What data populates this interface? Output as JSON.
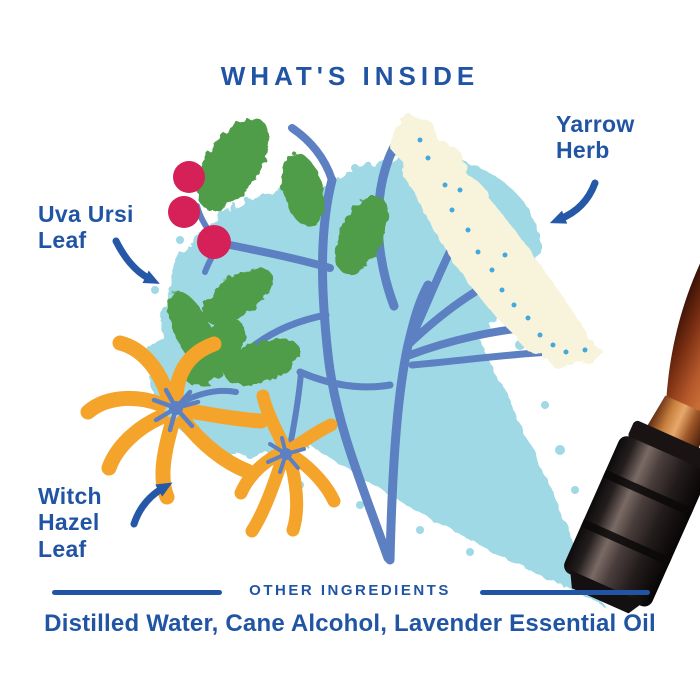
{
  "title": "WHAT'S INSIDE",
  "ingredient_labels": {
    "uva_ursi": {
      "lines": [
        "Uva Ursi",
        "Leaf"
      ]
    },
    "yarrow": {
      "lines": [
        "Yarrow",
        "Herb"
      ]
    },
    "witch_hazel": {
      "lines": [
        "Witch",
        "Hazel",
        "Leaf"
      ]
    }
  },
  "footer": {
    "heading": "OTHER INGREDIENTS",
    "ingredients": "Distilled Water, Cane Alcohol, Lavender Essential Oil"
  },
  "illustration": {
    "figures": [
      "spray-mist-cloud",
      "botanical-stems",
      "uva-ursi-leaves",
      "uva-ursi-berries",
      "yarrow-flower-cluster",
      "witch-hazel-flowers",
      "amber-spray-bottle"
    ],
    "colors": {
      "text_blue": "#2155A4",
      "arrow_blue": "#2658A8",
      "stem_blue": "#5C80C1",
      "mist_blue": "#9ED9E5",
      "leaf_green": "#4F9D48",
      "berry_red": "#D62058",
      "yarrow_cream": "#F8F4DC",
      "yarrow_dot_blue": "#45A8DC",
      "witch_hazel_orange": "#F5A42B",
      "bottle_amber": "#B5582B",
      "nozzle_black": "#241D1D"
    }
  }
}
